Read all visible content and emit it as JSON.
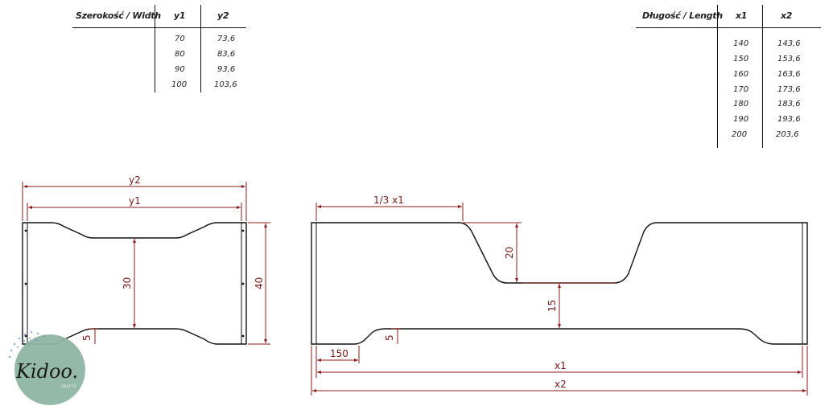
{
  "width_table": {
    "headers": [
      "Szerokość / Width",
      "y1",
      "y2"
    ],
    "rows": [
      [
        "70",
        "73,6"
      ],
      [
        "80",
        "83,6"
      ],
      [
        "90",
        "93,6"
      ],
      [
        "100",
        "103,6"
      ]
    ]
  },
  "length_table": {
    "headers": [
      "Długość / Length",
      "x1",
      "x2"
    ],
    "rows": [
      [
        "140",
        "143,6"
      ],
      [
        "150",
        "153,6"
      ],
      [
        "160",
        "163,6"
      ],
      [
        "170",
        "173,6"
      ],
      [
        "180",
        "183,6"
      ],
      [
        "190",
        "193,6"
      ],
      [
        "200",
        "203,6"
      ]
    ]
  },
  "side_view_dims": {
    "y2": "y2",
    "y1": "y1",
    "depth_30": "30",
    "height_40": "40",
    "notch_5": "5"
  },
  "front_view_dims": {
    "third": "1/3 x1",
    "cut_20": "20",
    "gap_15": "15",
    "notch_5": "5",
    "offset_150": "150",
    "x1": "x1",
    "x2": "x2"
  },
  "logo": {
    "text": "Kidoo.",
    "sub": "CRAFTS"
  },
  "colors": {
    "dimension": "#8b1a1a",
    "outline": "#111111",
    "logo_circle": "#8fb5a3"
  }
}
